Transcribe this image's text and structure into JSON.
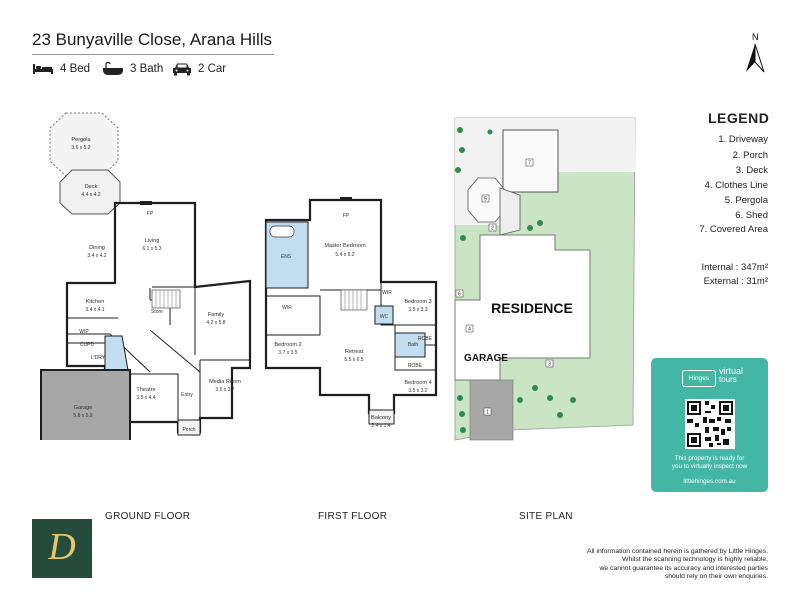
{
  "header": {
    "address": "23 Bunyaville Close, Arana Hills",
    "features": [
      {
        "icon": "bed-icon",
        "label": "4 Bed"
      },
      {
        "icon": "bath-icon",
        "label": "3 Bath"
      },
      {
        "icon": "car-icon",
        "label": "2 Car"
      }
    ]
  },
  "compass": {
    "label": "N"
  },
  "ground_floor": {
    "caption": "GROUND FLOOR",
    "rooms": {
      "pergola": {
        "name": "Pergola",
        "dims": "3.6 x 5.2"
      },
      "deck": {
        "name": "Deck",
        "dims": "4.4 x 4.2"
      },
      "dining": {
        "name": "Dining",
        "dims": "3.4 x 4.2"
      },
      "living": {
        "name": "Living",
        "dims": "6.1 x 5.3"
      },
      "kitchen": {
        "name": "Kitchen",
        "dims": "3.4 x 4.1"
      },
      "family": {
        "name": "Family",
        "dims": "4.2 x 5.8"
      },
      "garage": {
        "name": "Garage",
        "dims": "5.8 x 5.9"
      },
      "theatre": {
        "name": "Theatre",
        "dims": "3.5 x 4.4"
      },
      "media": {
        "name": "Media Room",
        "dims": "3.5 x 3.7"
      }
    },
    "labels": {
      "fp": "FP",
      "wip": "WIP",
      "cupd": "CUPD",
      "ldry": "L'DRY",
      "store": "Store",
      "entry": "Entry",
      "porch": "Porch"
    }
  },
  "first_floor": {
    "caption": "FIRST FLOOR",
    "rooms": {
      "master": {
        "name": "Master Bedroom",
        "dims": "5.4 x 6.2"
      },
      "bed2": {
        "name": "Bedroom 2",
        "dims": "3.7 x 3.5"
      },
      "retreat": {
        "name": "Retreat",
        "dims": "5.5 x 6.5"
      },
      "bed3": {
        "name": "Bedroom 3",
        "dims": "3.5 x 3.3"
      },
      "bed4": {
        "name": "Bedroom 4",
        "dims": "3.5 x 3.2"
      },
      "balcony": {
        "name": "Balcony",
        "dims": "2.4 x 1.4"
      }
    },
    "labels": {
      "fp": "FP",
      "ens": "ENS",
      "wir": "WIR",
      "wir2": "WIR",
      "robe": "ROBE",
      "robe2": "ROBE",
      "wc": "WC",
      "bath": "Bath"
    }
  },
  "site_plan": {
    "caption": "SITE PLAN",
    "residence": "RESIDENCE",
    "garage": "GARAGE",
    "markers": [
      "1",
      "2",
      "3",
      "4",
      "5",
      "6",
      "7"
    ]
  },
  "legend": {
    "title": "LEGEND",
    "items": [
      "1. Driveway",
      "2. Porch",
      "3. Deck",
      "4. Clothes Line",
      "5. Pergola",
      "6. Shed",
      "7. Covered Area"
    ]
  },
  "areas": {
    "internal_label": "Internal",
    "internal_value": ": 347m²",
    "external_label": "External",
    "external_value": ":  31m²"
  },
  "virtual_tour": {
    "brand_small": "Hinges",
    "brand_big": "virtual",
    "brand_sub": "tours",
    "line1": "This property is ready for",
    "line2": "you to virtually inspect now",
    "url": "littlehinges.com.au"
  },
  "disclaimer": {
    "line1": "All information contained herein is gathered by Little Hinges.",
    "line2": "Whilst the scanning technology is highly reliable,",
    "line3": "we cannot guarantee its accuracy and interested parties",
    "line4": "should rely on their own enquiries."
  },
  "logo": {
    "letter": "D"
  },
  "colors": {
    "wall": "#1e1e1e",
    "floor": "#eeeeee",
    "wet_area": "#c3ddf0",
    "garage": "#a7a7a7",
    "lawn": "#c9e5c3",
    "tree": "#2f8b4d",
    "brand_green": "#254b3c",
    "tour_teal": "#43b7a3"
  }
}
